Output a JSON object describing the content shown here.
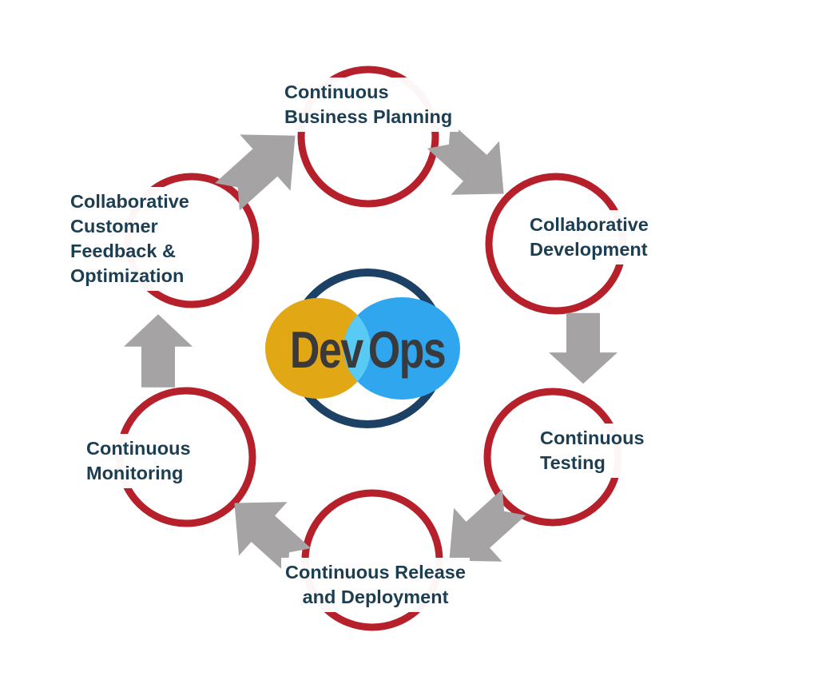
{
  "diagram": {
    "name": "DevOps lifecycle cycle diagram",
    "logo": {
      "dev": "Dev",
      "ops": "Ops"
    },
    "colors": {
      "circle_red": "#B5202B",
      "arrow_gray": "#A5A3A4",
      "label_navy": "#1C3E52",
      "logo_ring_navy": "#1D4164",
      "logo_yellow": "#E2A715",
      "logo_blue": "#30A6EF",
      "logo_overlap_cyan": "#58CAF3",
      "logo_text_charcoal": "#3A3A3C",
      "background": "#FFFFFF"
    },
    "stages": [
      {
        "id": "business-planning",
        "label_lines": [
          "Continuous",
          "Business Planning"
        ]
      },
      {
        "id": "development",
        "label_lines": [
          "Collaborative",
          "Development"
        ]
      },
      {
        "id": "testing",
        "label_lines": [
          "Continuous",
          "Testing"
        ]
      },
      {
        "id": "release",
        "label_lines": [
          "Continuous Release",
          "and Deployment"
        ]
      },
      {
        "id": "monitoring",
        "label_lines": [
          "Continuous",
          "Monitoring"
        ]
      },
      {
        "id": "feedback",
        "label_lines": [
          "Collaborative",
          "Customer",
          "Feedback &",
          "Optimization"
        ]
      }
    ]
  }
}
